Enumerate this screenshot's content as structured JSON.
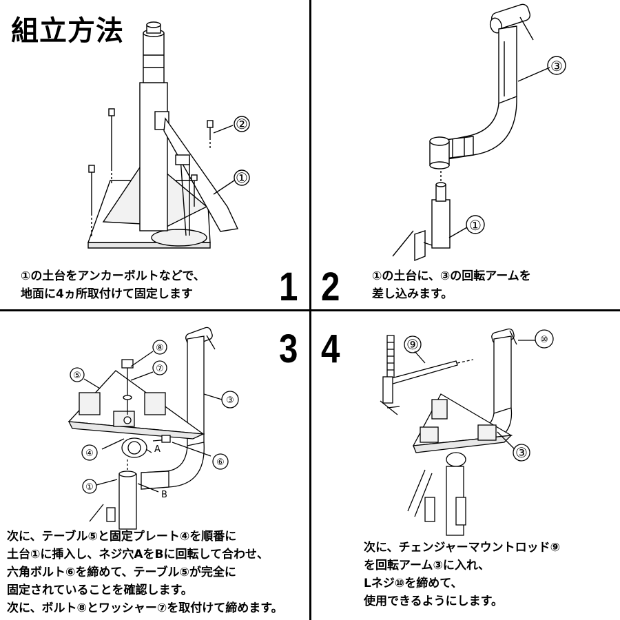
{
  "title": "組立方法",
  "steps": [
    {
      "number": "1",
      "lines": [
        "①の土台をアンカーボルトなどで、",
        "地面に4ヵ所取付けて固定します"
      ],
      "callouts": [
        "②",
        "①"
      ]
    },
    {
      "number": "2",
      "lines": [
        "①の土台に、③の回転アームを",
        "差し込みます。"
      ],
      "callouts": [
        "③",
        "①"
      ]
    },
    {
      "number": "3",
      "lines": [
        "次に、テーブル⑤と固定プレート④を順番に",
        "土台①に挿入し、ネジ穴AをBに回転して合わせ、",
        "六角ボルト⑥を締めて、テーブル⑤が完全に",
        "固定されていることを確認します。",
        "次に、ボルト⑧とワッシャー⑦を取付けて締めます。"
      ],
      "callouts": [
        "⑧",
        "⑦",
        "⑤",
        "③",
        "④",
        "A",
        "⑥",
        "①",
        "B"
      ]
    },
    {
      "number": "4",
      "lines": [
        "次に、チェンジャーマウントロッド⑨",
        "を回転アーム③に入れ、",
        "Lネジ⑩を締めて、",
        "使用できるようにします。"
      ],
      "callouts": [
        "⑨",
        "⑩",
        "③"
      ]
    }
  ]
}
